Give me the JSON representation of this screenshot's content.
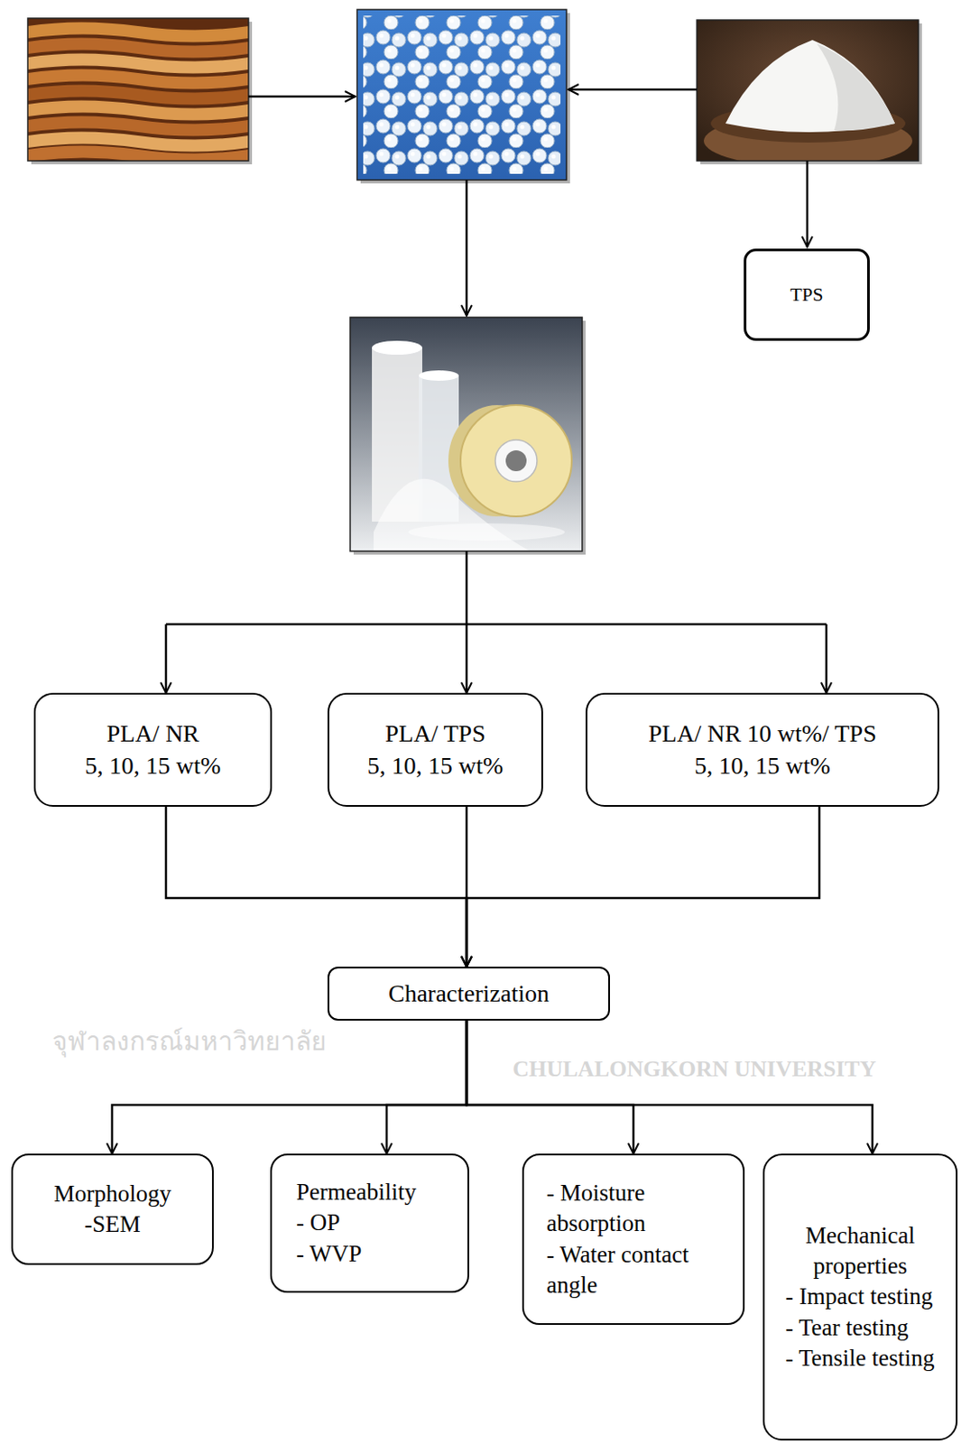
{
  "diagram": {
    "nodes": [
      {
        "text": [
          "TPS"
        ]
      },
      {
        "text": [
          "PLA/ NR",
          "5, 10, 15 wt%"
        ]
      },
      {
        "text": [
          "PLA/ TPS",
          "5, 10, 15 wt%"
        ]
      },
      {
        "text": [
          "PLA/ NR 10 wt%/ TPS",
          "5, 10, 15 wt%"
        ]
      },
      {
        "text": [
          "Characterization"
        ]
      },
      {
        "text": [
          "Morphology",
          "-SEM"
        ]
      },
      {
        "text": [
          "Permeability",
          "- OP",
          "- WVP"
        ]
      },
      {
        "text": [
          "- Moisture absorption",
          "- Water contact angle"
        ]
      },
      {
        "text": [
          "Mechanical properties",
          "- Impact testing",
          "- Tear testing",
          "- Tensile testing"
        ]
      }
    ],
    "edges": [
      {
        "from": 1,
        "to": 4,
        "arrow": "to"
      },
      {
        "from": 2,
        "to": 4,
        "arrow": "to"
      },
      {
        "from": 3,
        "to": 4,
        "arrow": "to"
      },
      {
        "from": 4,
        "to": 5,
        "arrow": "to"
      },
      {
        "from": 4,
        "to": 6,
        "arrow": "to"
      },
      {
        "from": 4,
        "to": 7,
        "arrow": "to"
      },
      {
        "from": 4,
        "to": 8,
        "arrow": "to"
      }
    ],
    "labels": [
      "จุฬาลงกรณ์มหาวิทยาลัย",
      "CHULALONGKORN UNIVERSITY"
    ]
  }
}
